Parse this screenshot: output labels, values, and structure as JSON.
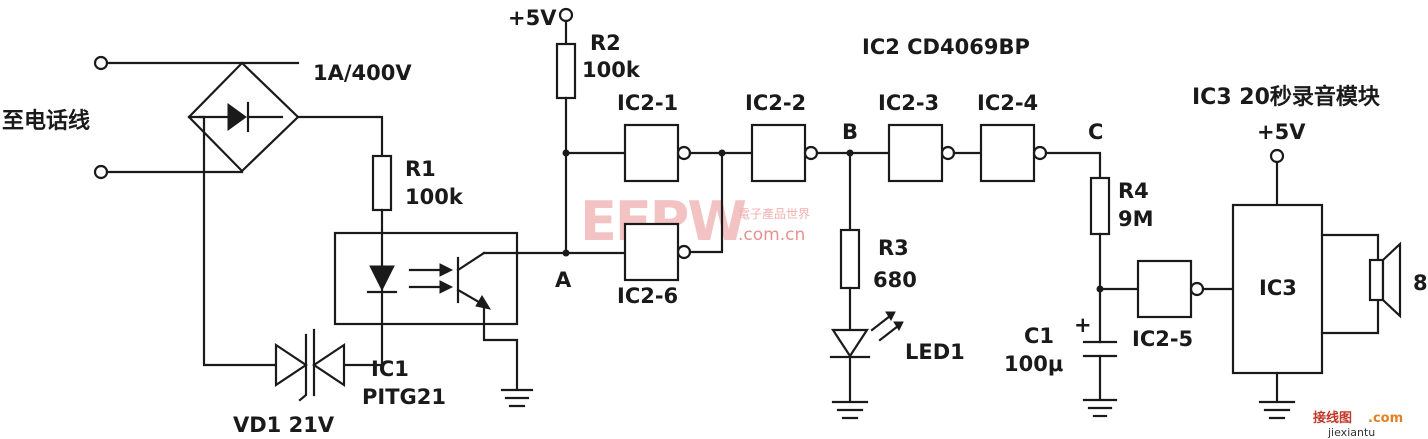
{
  "labels": {
    "to_phone_line": "至电话线",
    "bridge_rating": "1A/400V",
    "r1_name": "R1",
    "r1_value": "100k",
    "vd1": "VD1 21V",
    "ic1_name": "IC1",
    "ic1_part": "PITG21",
    "vcc_top": "+5V",
    "r2_name": "R2",
    "r2_value": "100k",
    "node_a": "A",
    "ic2_title": "IC2 CD4069BP",
    "ic2_1": "IC2-1",
    "ic2_2": "IC2-2",
    "ic2_3": "IC2-3",
    "ic2_4": "IC2-4",
    "ic2_5": "IC2-5",
    "ic2_6": "IC2-6",
    "node_b": "B",
    "node_c": "C",
    "r3_name": "R3",
    "r3_value": "680",
    "led1": "LED1",
    "r4_name": "R4",
    "r4_value": "9M",
    "c1_name": "C1",
    "c1_value": "100μ",
    "c1_plus": "+",
    "ic3_title": "IC3 20秒录音模块",
    "ic3_vcc": "+5V",
    "ic3_box": "IC3",
    "speaker_value": "8"
  },
  "watermarks": {
    "eepw": "EEPW",
    "eepw_cn": "電子產品世界",
    "eepw_url": ".com.cn",
    "site_cn": "接线图",
    "site_com": ".com",
    "site_url": "jiexiantu"
  },
  "colors": {
    "ink": "#1a1a1a",
    "watermark": "#f3c3c3",
    "watermark_url": "#e89090"
  }
}
